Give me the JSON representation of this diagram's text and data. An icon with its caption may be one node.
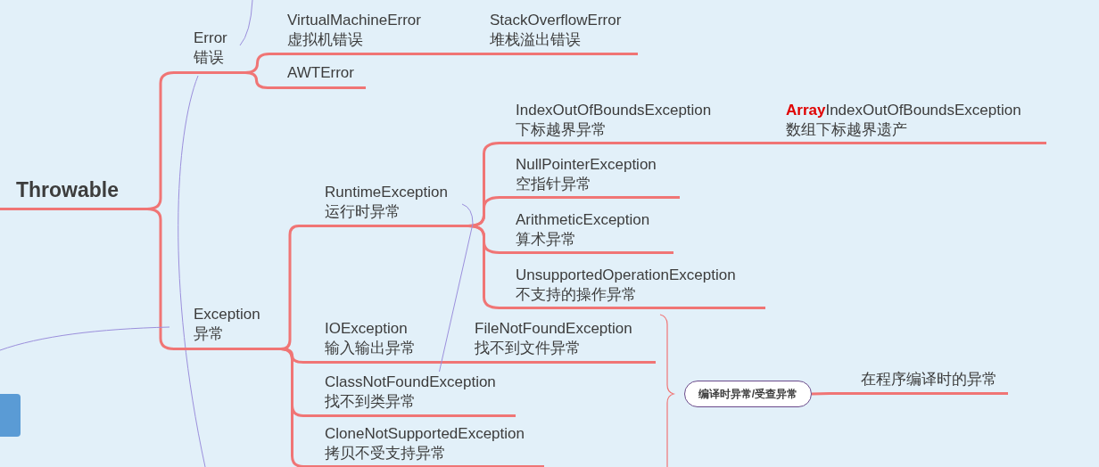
{
  "diagram": {
    "nodes": [
      {
        "text": [
          "Throwable"
        ]
      },
      {
        "text": [
          "Error",
          "错误"
        ]
      },
      {
        "text": [
          "VirtualMachineError",
          "虚拟机错误"
        ]
      },
      {
        "text": [
          "StackOverflowError",
          "堆栈溢出错误"
        ]
      },
      {
        "text": [
          "AWTError"
        ]
      },
      {
        "text": [
          "Exception",
          "异常"
        ]
      },
      {
        "text": [
          "RuntimeException",
          "运行时异常"
        ]
      },
      {
        "text": [
          "IndexOutOfBoundsException",
          "下标越界异常"
        ]
      },
      {
        "text": [
          "**Array**IndexOutOfBoundsException",
          "数组下标越界遗产"
        ]
      },
      {
        "text": [
          "NullPointerException",
          "空指针异常"
        ]
      },
      {
        "text": [
          "ArithmeticException",
          "算术异常"
        ]
      },
      {
        "text": [
          "UnsupportedOperationException",
          "不支持的操作异常"
        ]
      },
      {
        "text": [
          "IOException",
          "输入输出异常"
        ]
      },
      {
        "text": [
          "FileNotFoundException",
          "找不到文件异常"
        ]
      },
      {
        "text": [
          "ClassNotFoundException",
          "找不到类异常"
        ]
      },
      {
        "text": [
          "CloneNotSupportedException",
          "拷贝不受支持异常"
        ]
      },
      {
        "text": [
          "编译时异常/受查异常"
        ]
      },
      {
        "text": [
          "在程序编译时的异常"
        ]
      }
    ],
    "edges": [
      {
        "from": 0,
        "to": 1,
        "arrow": "none"
      },
      {
        "from": 0,
        "to": 5,
        "arrow": "none"
      },
      {
        "from": 1,
        "to": 2,
        "arrow": "none"
      },
      {
        "from": 2,
        "to": 3,
        "arrow": "none"
      },
      {
        "from": 1,
        "to": 4,
        "arrow": "none"
      },
      {
        "from": 5,
        "to": 6,
        "arrow": "none"
      },
      {
        "from": 6,
        "to": 7,
        "arrow": "none"
      },
      {
        "from": 7,
        "to": 8,
        "arrow": "none"
      },
      {
        "from": 6,
        "to": 9,
        "arrow": "none"
      },
      {
        "from": 6,
        "to": 10,
        "arrow": "none"
      },
      {
        "from": 6,
        "to": 11,
        "arrow": "none"
      },
      {
        "from": 5,
        "to": 12,
        "arrow": "none"
      },
      {
        "from": 12,
        "to": 13,
        "arrow": "none"
      },
      {
        "from": 5,
        "to": 14,
        "arrow": "none"
      },
      {
        "from": 5,
        "to": 15,
        "arrow": "none"
      },
      {
        "from": 16,
        "to": 17,
        "arrow": "none"
      },
      {
        "from": 1,
        "to": null,
        "arrow": "none",
        "color": "#9b8fdc"
      },
      {
        "from": 1,
        "to": null,
        "arrow": "none",
        "color": "#9b8fdc"
      },
      {
        "from": 5,
        "to": null,
        "arrow": "none",
        "color": "#9b8fdc"
      },
      {
        "from": 6,
        "to": 14,
        "arrow": "none",
        "color": "#9b8fdc"
      }
    ]
  }
}
